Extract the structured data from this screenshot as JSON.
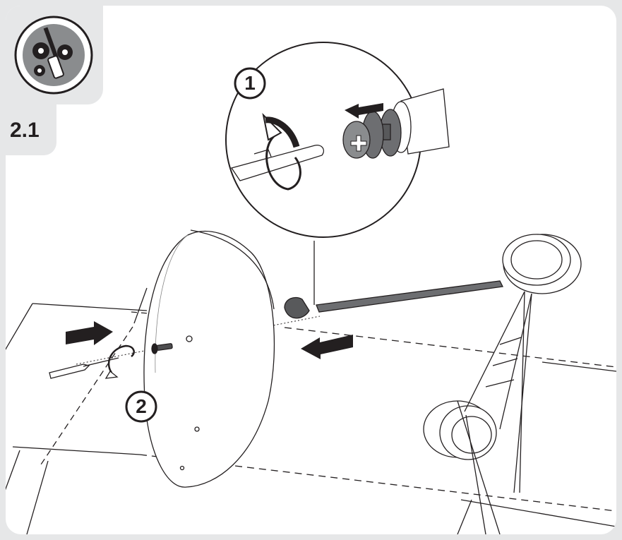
{
  "step": {
    "label": "2.1"
  },
  "icons": {
    "badge": "tools-gears-screwdriver-icon"
  },
  "callouts": {
    "one": "1",
    "two": "2"
  },
  "colors": {
    "background": "#e6e7e8",
    "panel": "#ffffff",
    "ink": "#231f20",
    "badge_fill": "#8a8c8e"
  }
}
